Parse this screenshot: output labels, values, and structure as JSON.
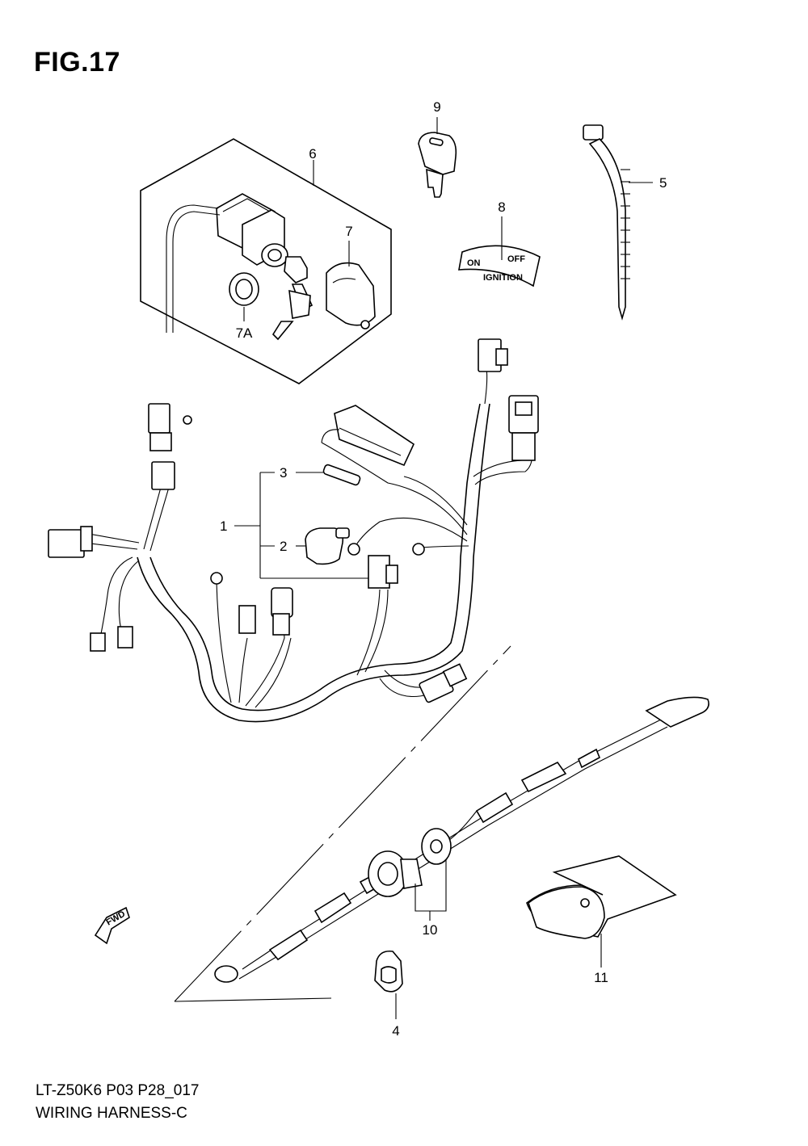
{
  "figure": {
    "title": "FIG.17"
  },
  "footer": {
    "model_code": "LT-Z50K6 P03 P28_017",
    "subtitle": "WIRING HARNESS-C"
  },
  "callouts": {
    "c1": "1",
    "c2": "2",
    "c3": "3",
    "c4": "4",
    "c5": "5",
    "c6": "6",
    "c7": "7",
    "c7a": "7A",
    "c8": "8",
    "c9": "9",
    "c10": "10",
    "c11": "11"
  },
  "decal": {
    "on": "ON",
    "off": "OFF",
    "ignition": "IGNITION"
  },
  "direction": {
    "fwd": "FWD"
  }
}
